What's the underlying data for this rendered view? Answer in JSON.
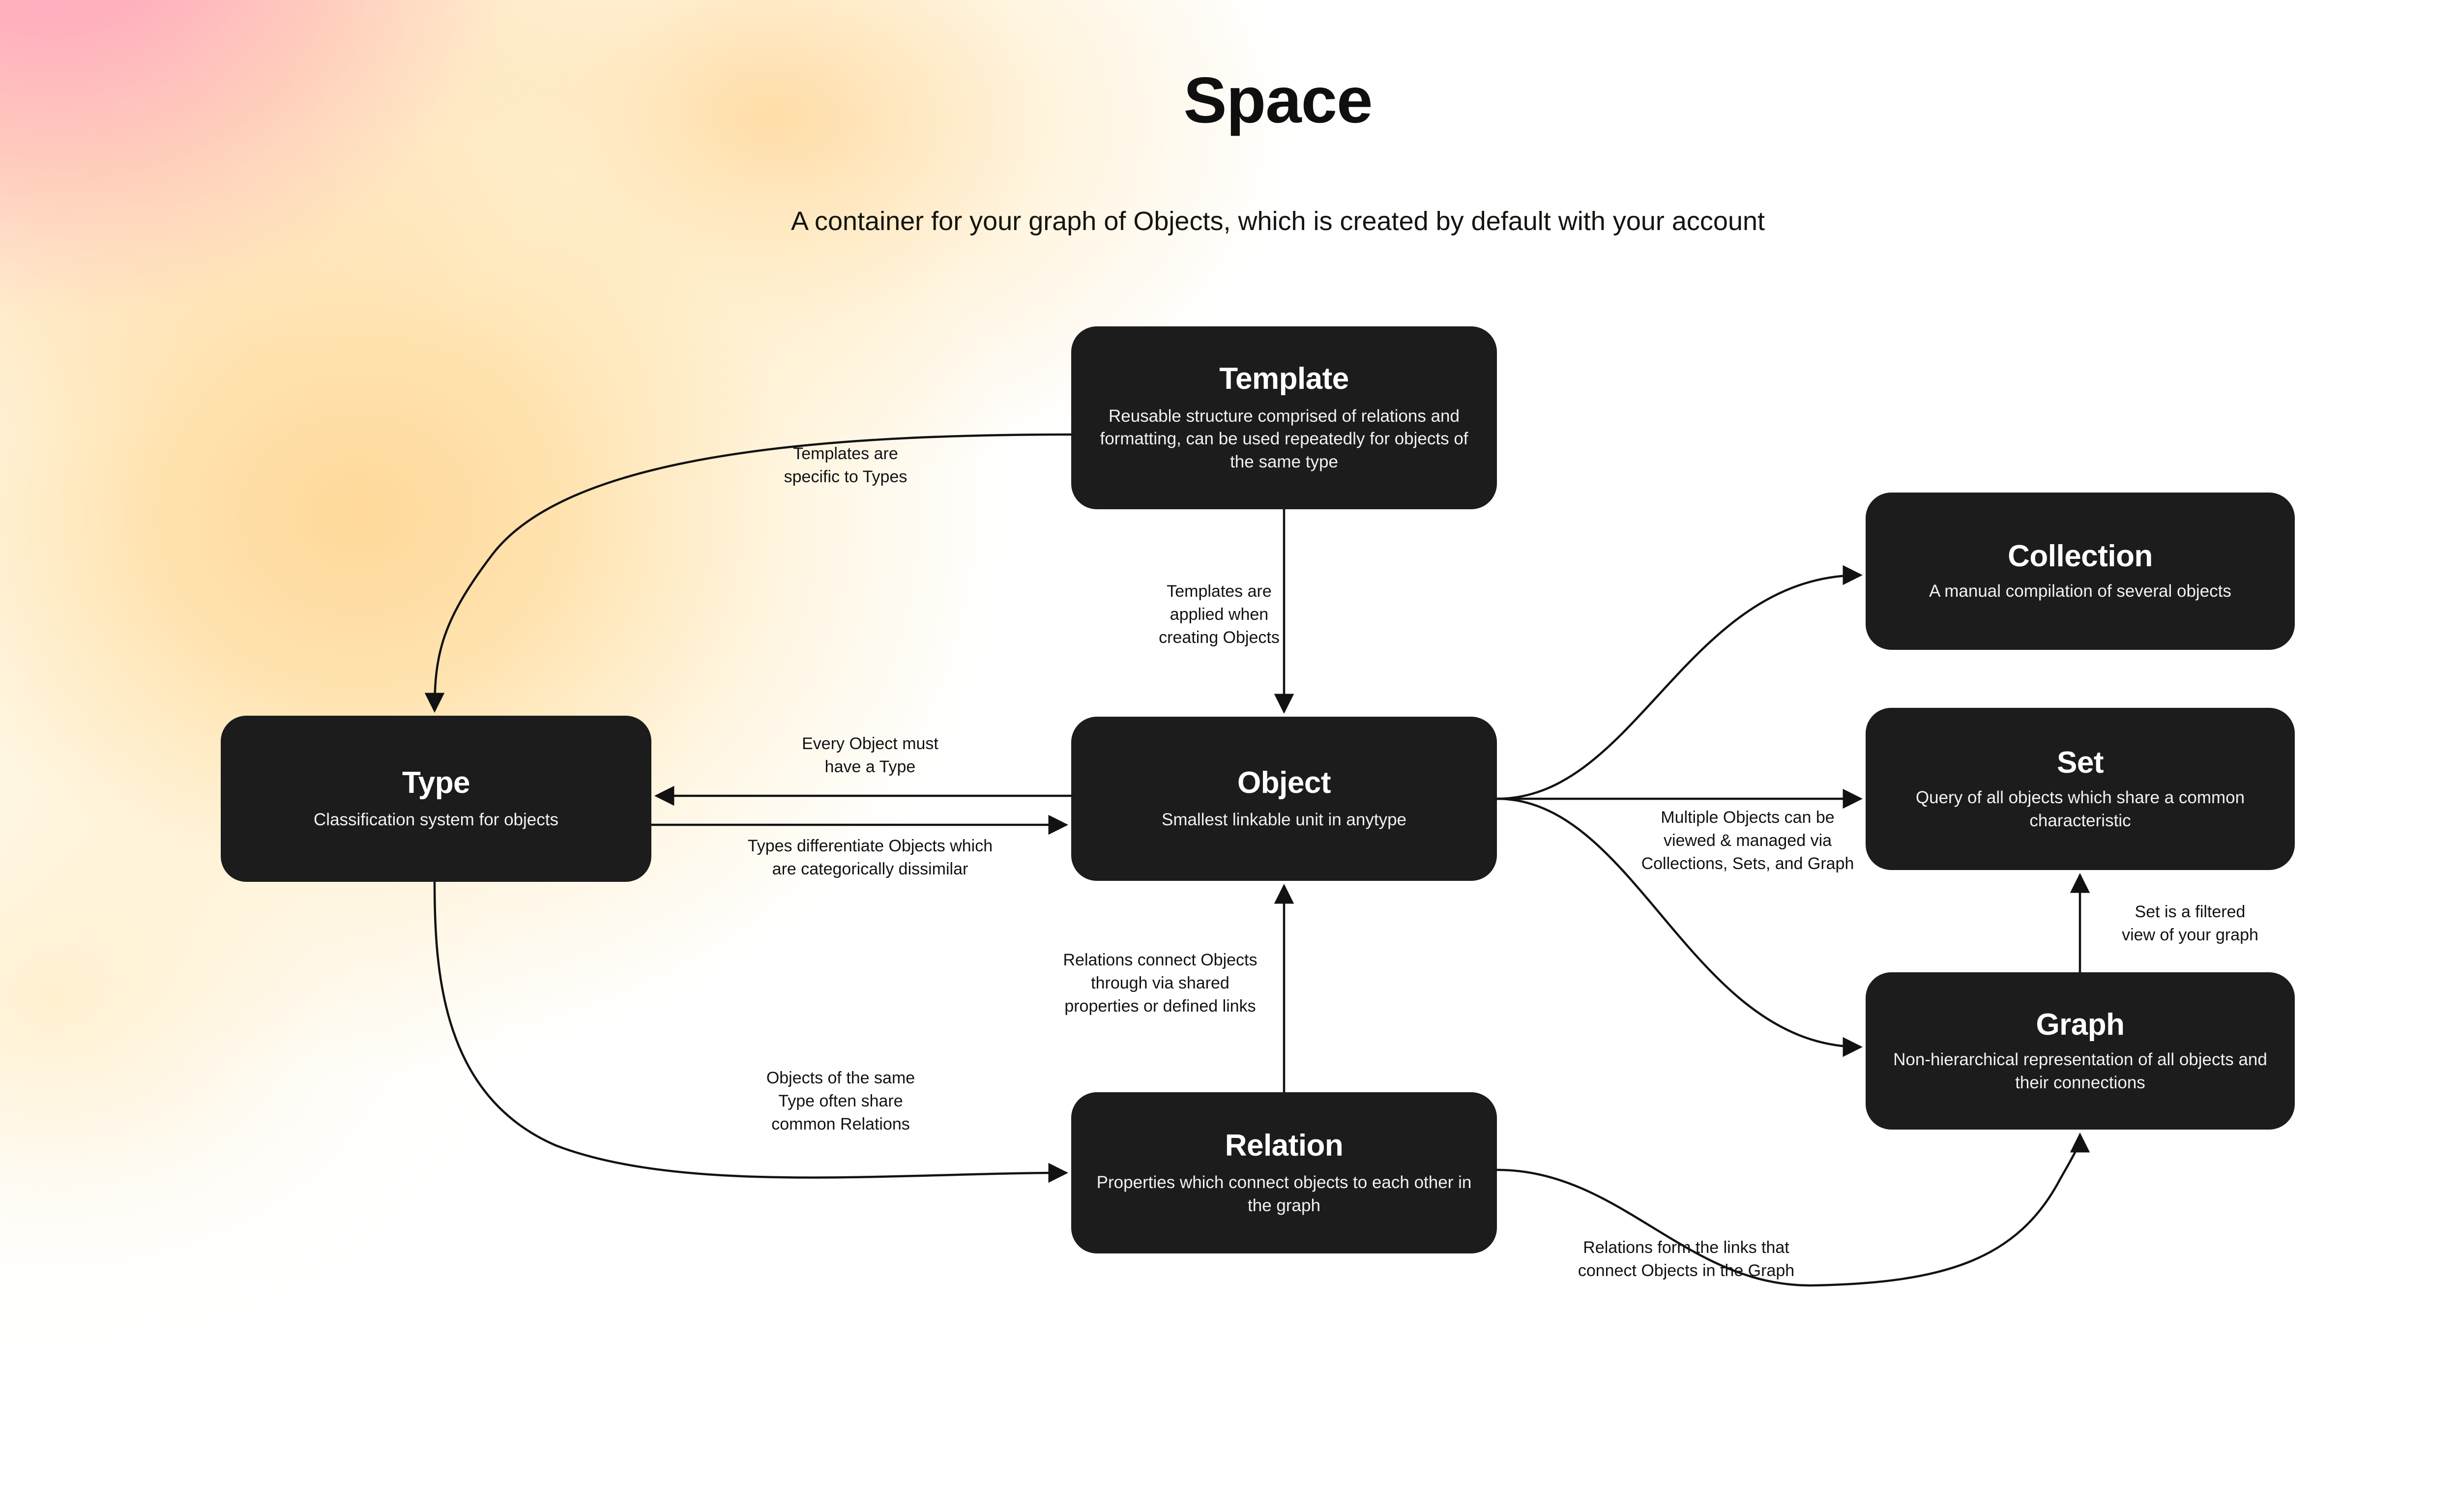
{
  "header": {
    "title": "Space",
    "subtitle": "A container for your graph of Objects, which is created by default with your account"
  },
  "diagram": {
    "type": "node-link-diagram",
    "node_fill": "#1C1C1C",
    "node_text": "#FFFFFF",
    "edge_color": "#121212",
    "background_gradient": [
      "#FFA9BD",
      "#FFD89A",
      "#FFFFFF"
    ],
    "nodes": [
      {
        "id": "template",
        "title": "Template",
        "desc": "Reusable structure comprised of relations and formatting, can be used repeatedly for objects of the same type"
      },
      {
        "id": "collection",
        "title": "Collection",
        "desc": "A manual compilation of several objects"
      },
      {
        "id": "type",
        "title": "Type",
        "desc": "Classification system for objects"
      },
      {
        "id": "object",
        "title": "Object",
        "desc": "Smallest linkable unit in anytype"
      },
      {
        "id": "set",
        "title": "Set",
        "desc": "Query of all objects which share a common characteristic"
      },
      {
        "id": "graph",
        "title": "Graph",
        "desc": "Non-hierarchical representation of all objects and their connections"
      },
      {
        "id": "relation",
        "title": "Relation",
        "desc": "Properties which connect objects to each other in the graph"
      }
    ],
    "edges": [
      {
        "id": "template-type",
        "from": "template",
        "to": "type",
        "label": "Templates are\nspecific to Types"
      },
      {
        "id": "template-object",
        "from": "template",
        "to": "object",
        "label": "Templates are\napplied when\ncreating Objects"
      },
      {
        "id": "object-type",
        "from": "object",
        "to": "type",
        "label": "Every Object must\nhave a Type"
      },
      {
        "id": "type-object",
        "from": "type",
        "to": "object",
        "label": "Types differentiate Objects which\nare categorically dissimilar"
      },
      {
        "id": "object-views",
        "from": "object",
        "to": "collection, set, graph",
        "label": "Multiple Objects can be\nviewed & managed via\nCollections, Sets, and Graph"
      },
      {
        "id": "graph-set",
        "from": "graph",
        "to": "set",
        "label": "Set is a filtered\nview of your graph"
      },
      {
        "id": "relation-object",
        "from": "relation",
        "to": "object",
        "label": "Relations connect Objects\nthrough via shared\nproperties or defined links"
      },
      {
        "id": "type-relation",
        "from": "type",
        "to": "relation",
        "label": "Objects of the same\nType often share\ncommon Relations"
      },
      {
        "id": "relation-graph",
        "from": "relation",
        "to": "graph",
        "label": "Relations form the links that\nconnect Objects in the Graph"
      }
    ]
  }
}
